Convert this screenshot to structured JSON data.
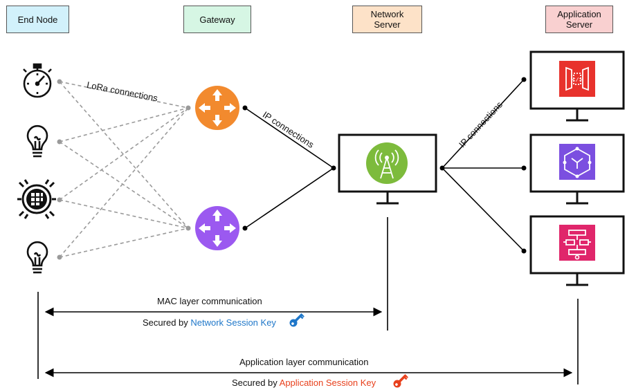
{
  "headers": {
    "end_node": "End Node",
    "gateway": "Gateway",
    "network_server_line1": "Network",
    "network_server_line2": "Server",
    "application_server_line1": "Application",
    "application_server_line2": "Server"
  },
  "labels": {
    "lora": "LoRa connections",
    "ip_left": "IP connections",
    "ip_right": "IP connections"
  },
  "mac": {
    "title": "MAC layer communication",
    "secured_prefix": "Secured by ",
    "key_name": "Network Session Key"
  },
  "app": {
    "title": "Application layer communication",
    "secured_prefix": "Secured by ",
    "key_name": "Application Session Key"
  },
  "icons": {
    "end_nodes": [
      "stopwatch-icon",
      "lightbulb-icon",
      "sensor-chip-icon",
      "lightbulb-icon"
    ],
    "gateways": [
      "gateway-router-icon",
      "gateway-router-icon"
    ],
    "network_server": "radio-tower-icon",
    "application_servers": [
      "api-gateway-icon",
      "iot-app-icon",
      "step-functions-icon"
    ],
    "network_key": "key-icon",
    "application_key": "key-icon"
  },
  "colors": {
    "gateway_top": "#f28a2e",
    "gateway_bottom": "#9b59f0",
    "network_server_icon": "#7dbb3c",
    "app_icon_1": "#e8322c",
    "app_icon_2": "#7b4fe0",
    "app_icon_3": "#e0266b",
    "network_key": "#1f77c9",
    "application_key": "#e8401c"
  }
}
